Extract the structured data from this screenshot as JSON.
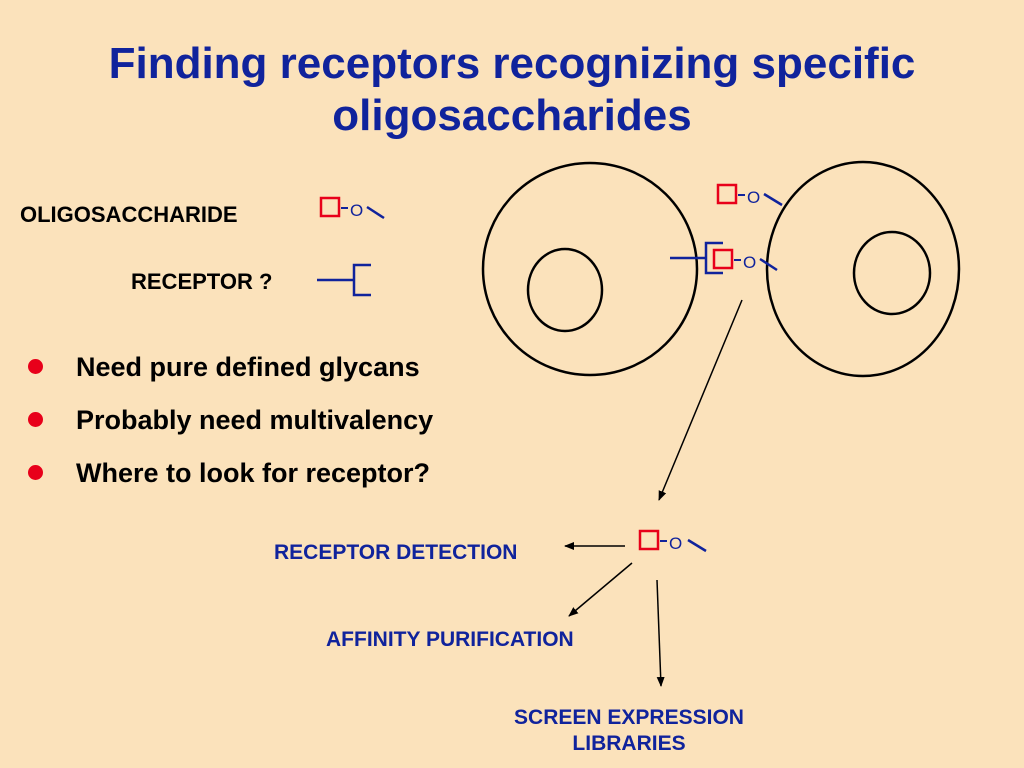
{
  "title": {
    "line1": "Finding receptors recognizing specific",
    "line2": "oligosaccharides"
  },
  "legend": {
    "oligosaccharide_label": "OLIGOSACCHARIDE",
    "receptor_label": "RECEPTOR ?",
    "glycan_o": "O"
  },
  "bullets": [
    "Need pure defined glycans",
    "Probably need multivalency",
    "Where to look for receptor?"
  ],
  "applications": {
    "receptor_detection": "RECEPTOR DETECTION",
    "affinity_purification": "AFFINITY PURIFICATION",
    "screen_line1": "SCREEN EXPRESSION",
    "screen_line2": "LIBRARIES"
  },
  "colors": {
    "background": "#fbe2bb",
    "title": "#10239c",
    "square": "#e8001a",
    "receptor": "#10239c",
    "bullet": "#e8001a"
  }
}
